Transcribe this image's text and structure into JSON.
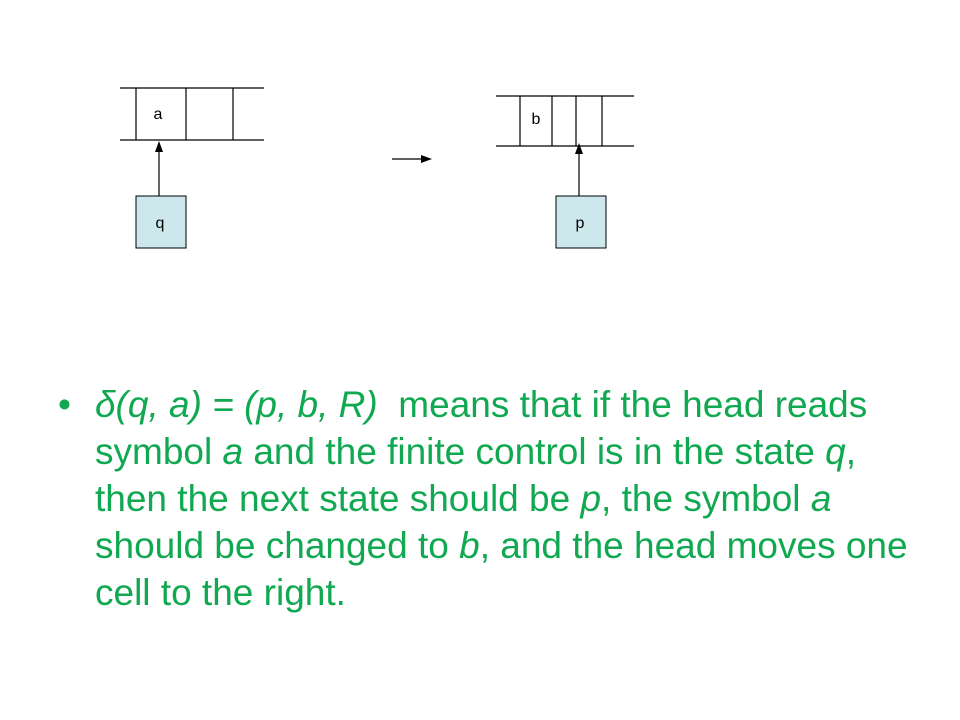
{
  "diagram": {
    "left_tape": {
      "cells": [
        "a",
        "",
        ""
      ]
    },
    "left_state": {
      "label": "q"
    },
    "right_tape": {
      "cells": [
        "b",
        "",
        ""
      ]
    },
    "right_state": {
      "label": "p"
    }
  },
  "bullet": {
    "dot": "•",
    "formula": "δ(q, a) = (p, b, R)",
    "seg1": "  means that if the head reads symbol ",
    "sym_a1": "a",
    "seg2": " and the finite control is in the state ",
    "state_q": "q",
    "seg3": ", then the next state should be ",
    "state_p": "p",
    "seg4": ", the symbol ",
    "sym_a2": "a",
    "seg5": " should be changed to ",
    "sym_b": "b",
    "seg6": ", and the head moves one cell to the right."
  },
  "colors": {
    "text": "#10a850",
    "state_box_fill": "#cde8ec",
    "line": "#000000"
  }
}
